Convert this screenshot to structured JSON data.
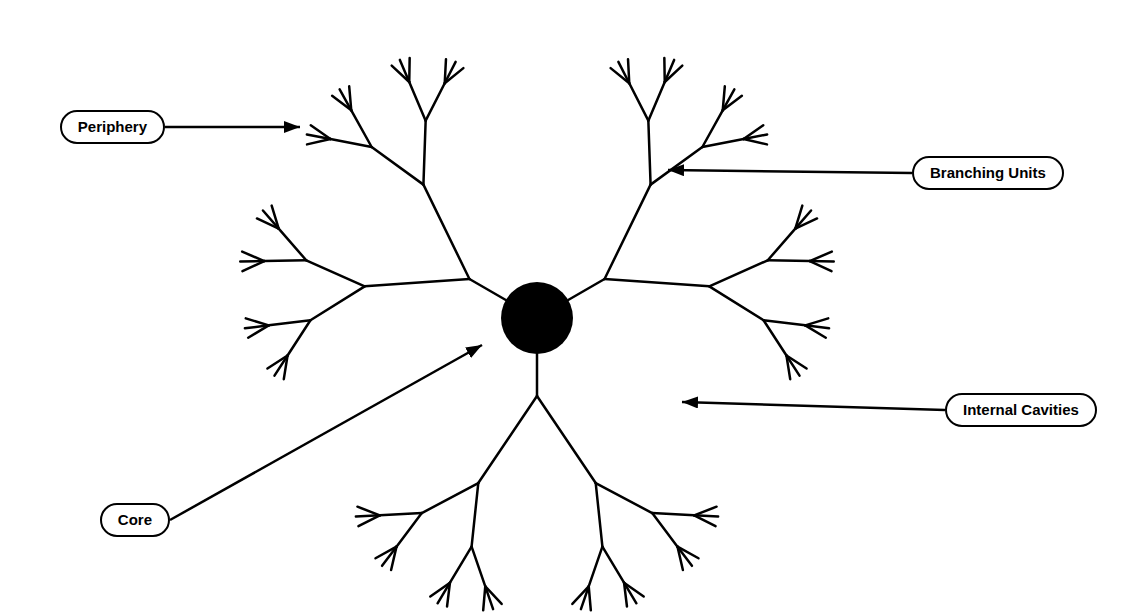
{
  "diagram": {
    "nodes": [
      {
        "text": [
          "Periphery"
        ]
      },
      {
        "text": [
          "Branching Units"
        ]
      },
      {
        "text": [
          "Internal Cavities"
        ]
      },
      {
        "text": [
          "Core"
        ]
      }
    ]
  }
}
